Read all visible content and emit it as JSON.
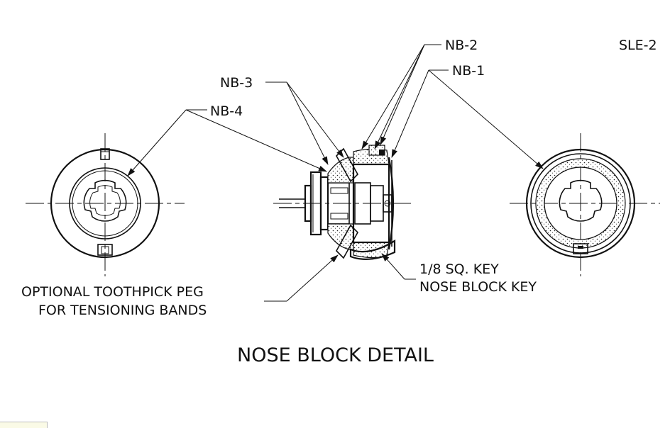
{
  "sheet_id": "SLE-2",
  "title": "NOSE BLOCK DETAIL",
  "callouts": {
    "nb1": "NB-1",
    "nb2": "NB-2",
    "nb3": "NB-3",
    "nb4": "NB-4",
    "peg_line1": "OPTIONAL TOOTHPICK  PEG",
    "peg_line2": "FOR TENSIONING BANDS",
    "key_line1": "1/8 SQ. KEY",
    "key_line2": "NOSE BLOCK KEY"
  }
}
